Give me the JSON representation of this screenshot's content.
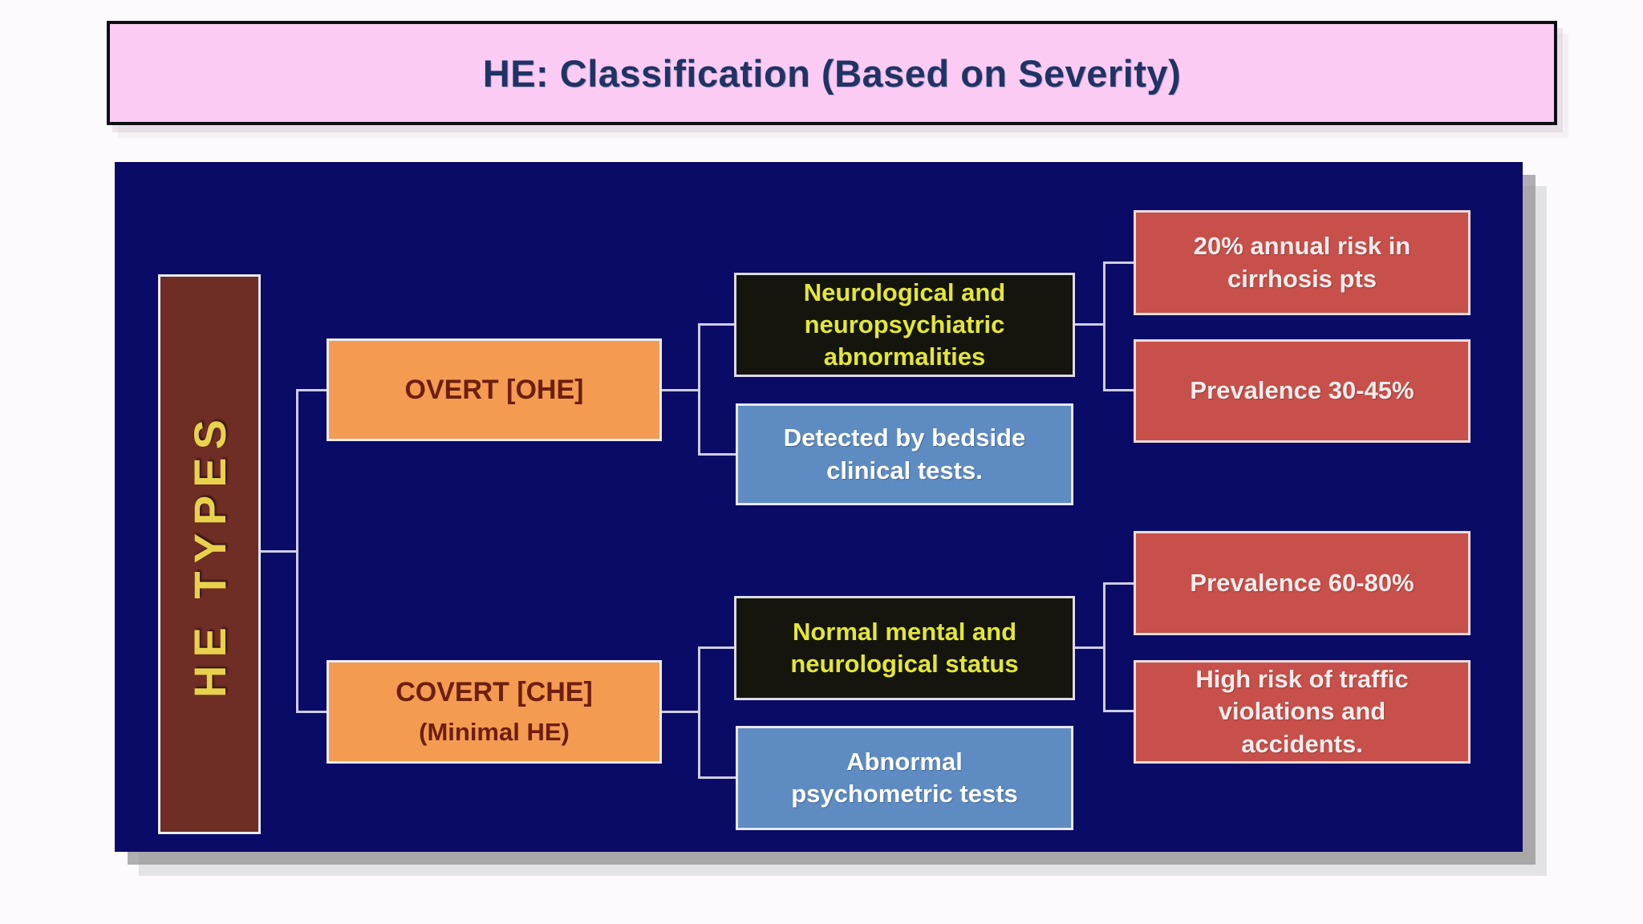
{
  "title": "HE: Classification (Based on Severity)",
  "palette": {
    "page_bg": "#fdfafd",
    "banner_bg": "#fbcbf3",
    "banner_border": "#0e0e14",
    "title_text": "#1e3464",
    "panel_bg": "#0a0a67",
    "root_bg": "#6e2d25",
    "root_text": "#e9d24b",
    "orange_bg": "#f39b50",
    "orange_text": "#6f1d10",
    "black_bg": "#15150d",
    "black_text": "#e3e637",
    "blue_bg": "#5e8cc2",
    "blue_text": "#ffffff",
    "red_bg": "#c7504a",
    "red_text": "#f8ecec",
    "connector": "#cdcde8"
  },
  "diagram": {
    "root_label": "HE TYPES",
    "overt": {
      "label": "OVERT [OHE]",
      "feature_black": "Neurological and neuropsychiatric abnormalities",
      "feature_blue": "Detected by bedside clinical tests.",
      "stat_top": "20% annual risk in cirrhosis pts",
      "stat_bottom": "Prevalence 30-45%"
    },
    "covert": {
      "label": "COVERT [CHE]",
      "sublabel": "(Minimal HE)",
      "feature_black": "Normal mental and neurological status",
      "feature_blue": "Abnormal psychometric tests",
      "stat_top": "Prevalence 60-80%",
      "stat_bottom": "High risk of traffic violations and accidents."
    }
  }
}
